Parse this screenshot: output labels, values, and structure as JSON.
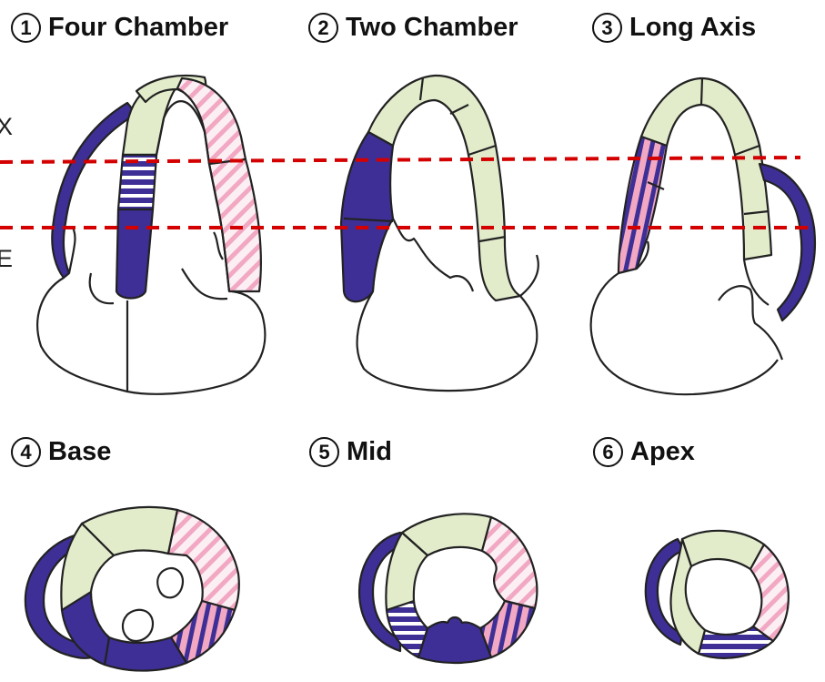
{
  "views": [
    {
      "number": "1",
      "label": "Four Chamber"
    },
    {
      "number": "2",
      "label": "Two Chamber"
    },
    {
      "number": "3",
      "label": "Long Axis"
    },
    {
      "number": "4",
      "label": "Base"
    },
    {
      "number": "5",
      "label": "Mid"
    },
    {
      "number": "6",
      "label": "Apex"
    }
  ],
  "margin_fragments": {
    "upper": "X",
    "lower": "E"
  },
  "colors": {
    "navy": "#3d2f96",
    "light_green": "#e2eccb",
    "pink": "#f2a8c3",
    "reference_line": "#d40000",
    "outline": "#222222"
  }
}
